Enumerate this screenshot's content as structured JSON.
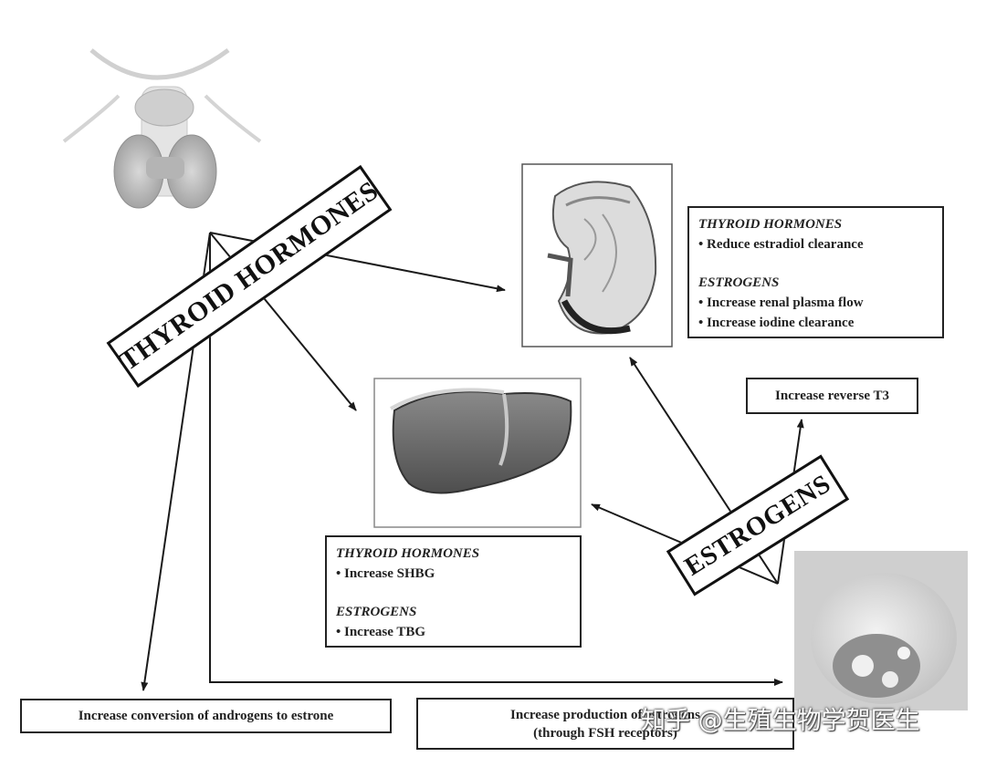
{
  "labels": {
    "thyroid_hormones": "THYROID HORMONES",
    "estrogens": "ESTROGENS"
  },
  "kidney_box": {
    "th_header": "THYROID HORMONES",
    "th_item": "• Reduce estradiol clearance",
    "es_header": "ESTROGENS",
    "es_item1": "• Increase renal plasma flow",
    "es_item2": "• Increase iodine clearance"
  },
  "liver_box": {
    "th_header": "THYROID HORMONES",
    "th_item": "• Increase SHBG",
    "es_header": "ESTROGENS",
    "es_item": "• Increase TBG"
  },
  "reverse_t3_box": {
    "text": "Increase reverse T3"
  },
  "androgens_box": {
    "text": "Increase conversion of androgens to estrone"
  },
  "ovary_box": {
    "line1": "Increase production of estrogens",
    "line2": "(through FSH receptors)"
  },
  "watermark": {
    "text": "知乎 @生殖生物学贺医生"
  },
  "illustrations": {
    "thyroid": "thyroid-gland-illustration",
    "kidney": "kidney-illustration",
    "liver": "liver-illustration",
    "ovary": "ovary-illustration"
  },
  "colors": {
    "line": "#1a1a1a",
    "organ_gray": "#6e6e6e"
  }
}
